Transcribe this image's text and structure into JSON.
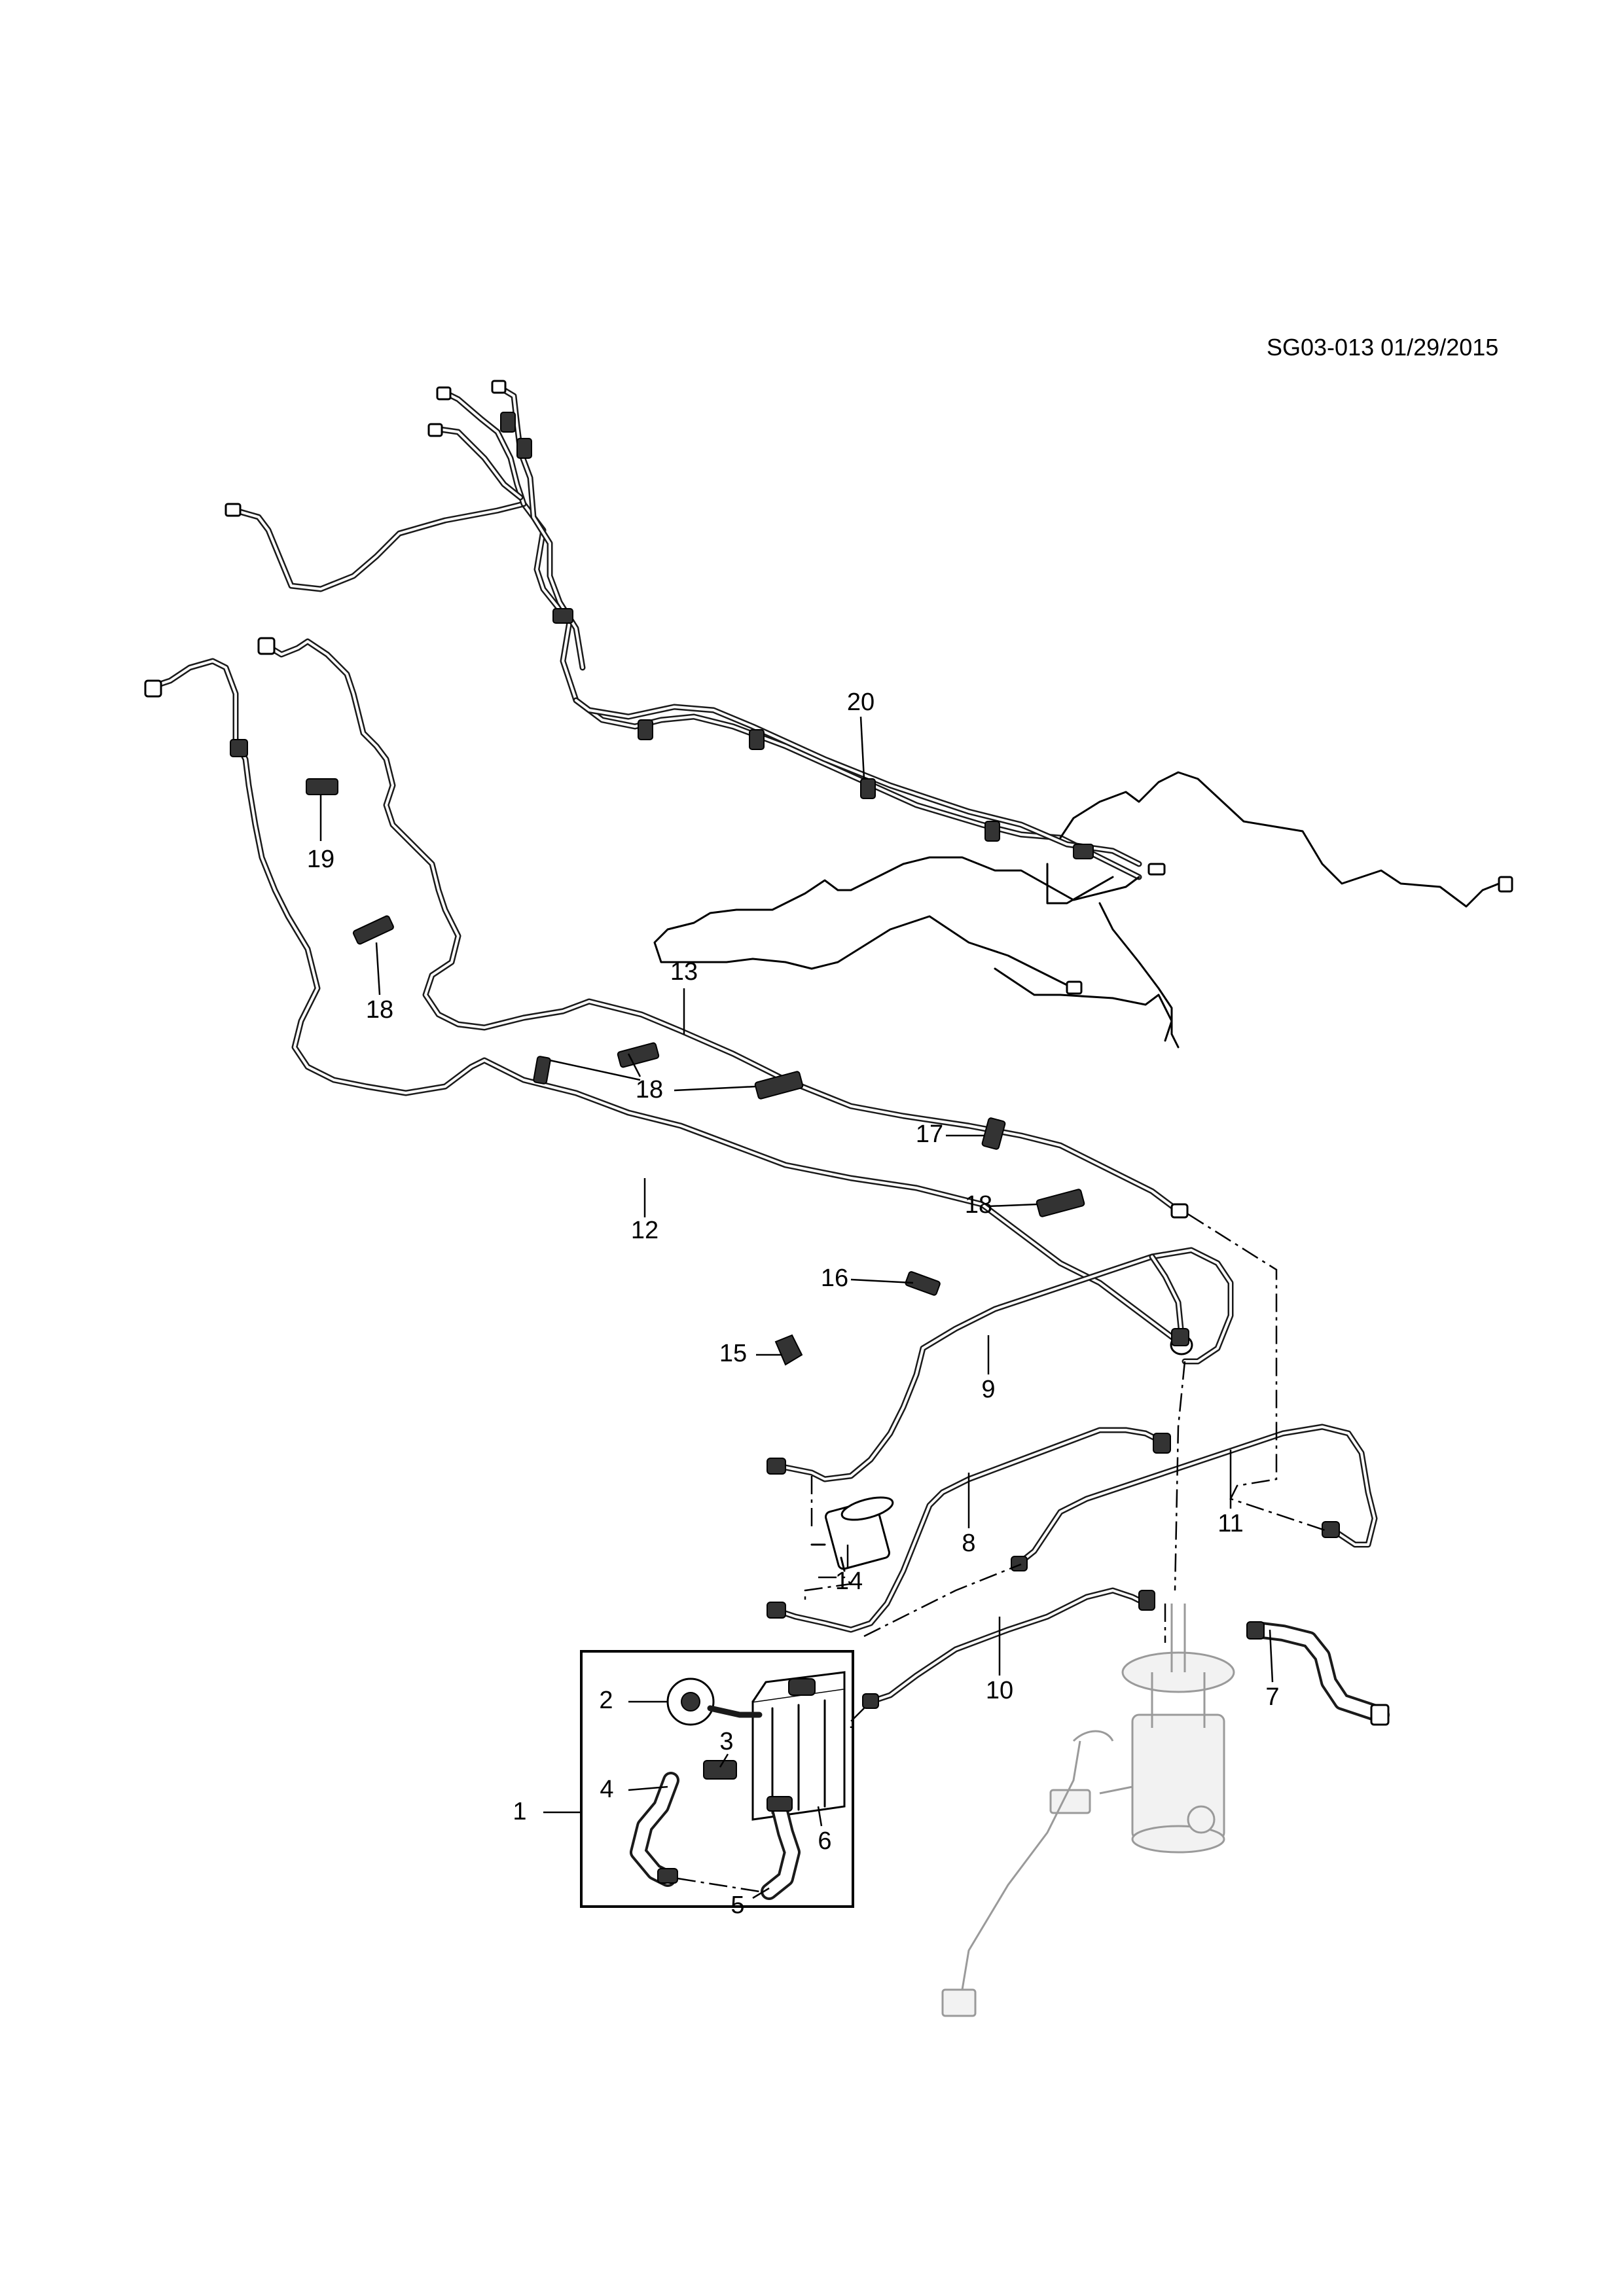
{
  "drawing": {
    "reference_code": "SG03-013 01/29/2015"
  },
  "callouts": [
    {
      "id": "c1",
      "number": "1"
    },
    {
      "id": "c2",
      "number": "2"
    },
    {
      "id": "c3",
      "number": "3"
    },
    {
      "id": "c4",
      "number": "4"
    },
    {
      "id": "c5",
      "number": "5"
    },
    {
      "id": "c6",
      "number": "6"
    },
    {
      "id": "c7",
      "number": "7"
    },
    {
      "id": "c8",
      "number": "8"
    },
    {
      "id": "c9",
      "number": "9"
    },
    {
      "id": "c10",
      "number": "10"
    },
    {
      "id": "c11",
      "number": "11"
    },
    {
      "id": "c12",
      "number": "12"
    },
    {
      "id": "c13",
      "number": "13"
    },
    {
      "id": "c14",
      "number": "14"
    },
    {
      "id": "c15",
      "number": "15"
    },
    {
      "id": "c16",
      "number": "16"
    },
    {
      "id": "c17",
      "number": "17"
    },
    {
      "id": "c18a",
      "number": "18"
    },
    {
      "id": "c18b",
      "number": "18"
    },
    {
      "id": "c18c",
      "number": "18"
    },
    {
      "id": "c19",
      "number": "19"
    },
    {
      "id": "c20",
      "number": "20"
    }
  ]
}
